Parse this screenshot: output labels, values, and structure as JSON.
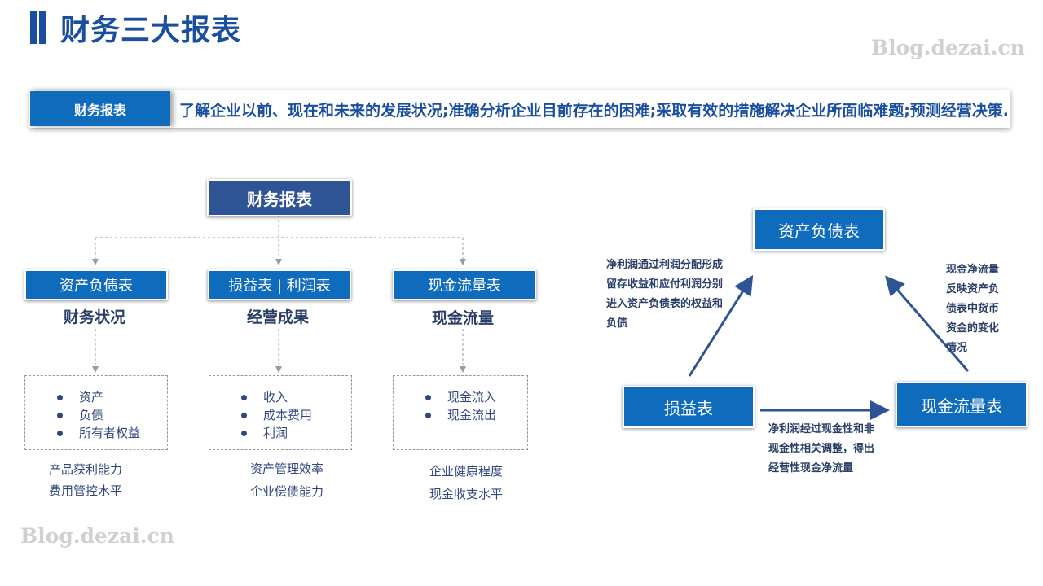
{
  "page_title": "财务三大报表",
  "watermark": "Blog.dezai.cn",
  "banner": {
    "label": "财务报表",
    "text": "了解企业以前、现在和未来的发展状况;准确分析企业目前存在的困难;采取有效的措施解决企业所面临难题;预测经营决策."
  },
  "tree": {
    "root": "财务报表",
    "branches": [
      {
        "label": "资产负债表",
        "subtitle": "财务状况",
        "items": [
          "资产",
          "负债",
          "所有者权益"
        ],
        "notes": [
          "产品获利能力",
          "费用管控水平"
        ]
      },
      {
        "label": "损益表 | 利润表",
        "subtitle": "经营成果",
        "items": [
          "收入",
          "成本费用",
          "利润"
        ],
        "notes": [
          "资产管理效率",
          "企业偿债能力"
        ]
      },
      {
        "label": "现金流量表",
        "subtitle": "现金流量",
        "items": [
          "现金流入",
          "现金流出"
        ],
        "notes": [
          "企业健康程度",
          "现金收支水平"
        ]
      }
    ]
  },
  "cycle": {
    "balance_sheet": "资产负债表",
    "income_statement": "损益表",
    "cash_flow": "现金流量表",
    "note_income_to_balance": [
      "净利润通过利润分配形成",
      "留存收益和应付利润分别",
      "进入资产负债表的权益和",
      "负债"
    ],
    "note_cash_to_balance": [
      "现金净流量",
      "反映资产负",
      "债表中货币",
      "资金的变化",
      "情况"
    ],
    "note_income_to_cash": [
      "净利润经过现金性和非",
      "现金性相关调整，得出",
      "经营性现金净流量"
    ]
  }
}
